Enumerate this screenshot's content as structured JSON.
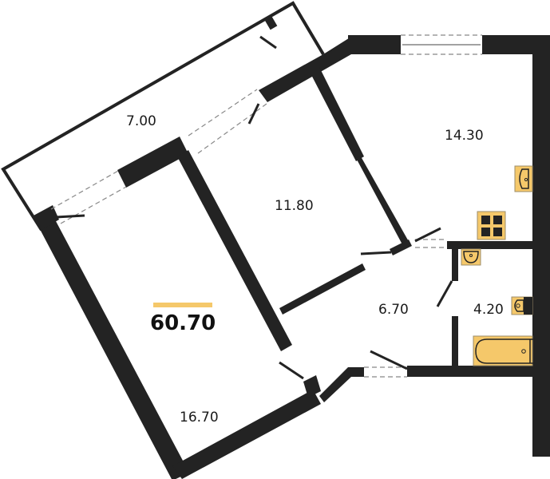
{
  "plan": {
    "total_area": "60.70",
    "accent_color": "#f5c86a",
    "wall_color": "#232323",
    "rooms": [
      {
        "id": "balcony",
        "area": "7.00"
      },
      {
        "id": "bedroom",
        "area": "11.80"
      },
      {
        "id": "kitchen",
        "area": "14.30"
      },
      {
        "id": "hallway",
        "area": "6.70"
      },
      {
        "id": "bathroom",
        "area": "4.20"
      },
      {
        "id": "living-room",
        "area": "16.70"
      }
    ],
    "fixtures": [
      "kitchen-sink",
      "stove",
      "bathroom-sink",
      "toilet",
      "bathtub"
    ]
  }
}
